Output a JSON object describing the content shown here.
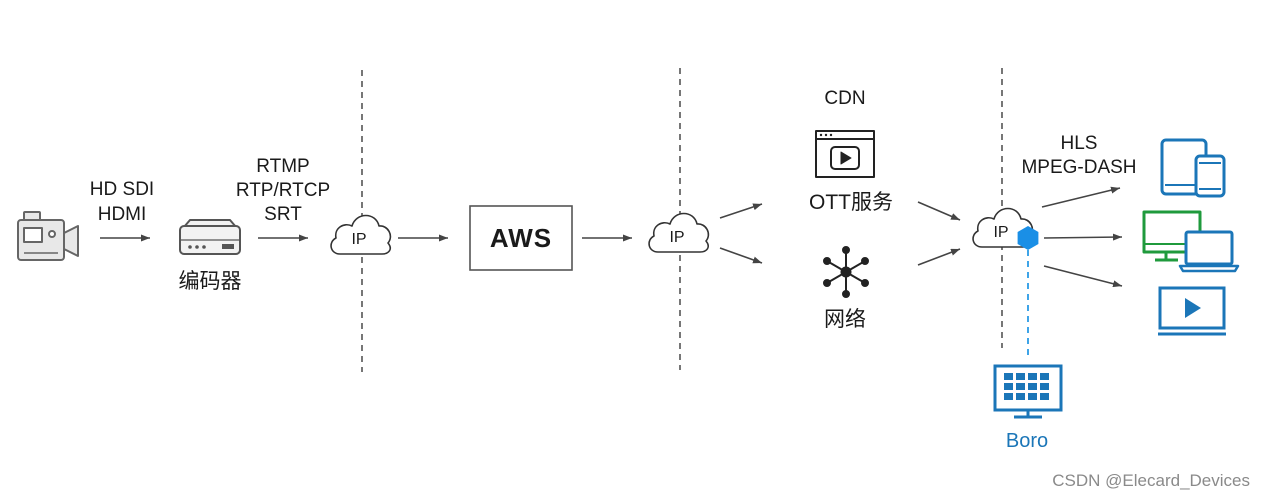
{
  "labels": {
    "camera_out": [
      "HD SDI",
      "HDMI"
    ],
    "encoder": "编码器",
    "encoder_out": [
      "RTMP",
      "RTP/RTCP",
      "SRT"
    ],
    "aws": "AWS",
    "cdn": "CDN",
    "ott": "OTT服务",
    "network": "网络",
    "delivery": [
      "HLS",
      "MPEG-DASH"
    ],
    "boro": "Boro",
    "watermark": "CSDN @Elecard_Devices"
  },
  "clouds": [
    {
      "label": "IP"
    },
    {
      "label": "IP"
    },
    {
      "label": "IP"
    }
  ],
  "icons": [
    "camera-icon",
    "encoder-icon",
    "cloud-icon",
    "ott-player-icon",
    "network-icon",
    "boro-monitor-icon",
    "tablet-phone-icon",
    "desktop-laptop-icon",
    "tv-play-icon",
    "hexagon-probe-icon"
  ],
  "colors": {
    "text": "#1a1a1a",
    "line": "#444444",
    "icon_gray": "#666666",
    "blue": "#1b76b8",
    "light_blue": "#2a9be6",
    "green": "#1f9a3c",
    "watermark": "#8a8a8a"
  }
}
